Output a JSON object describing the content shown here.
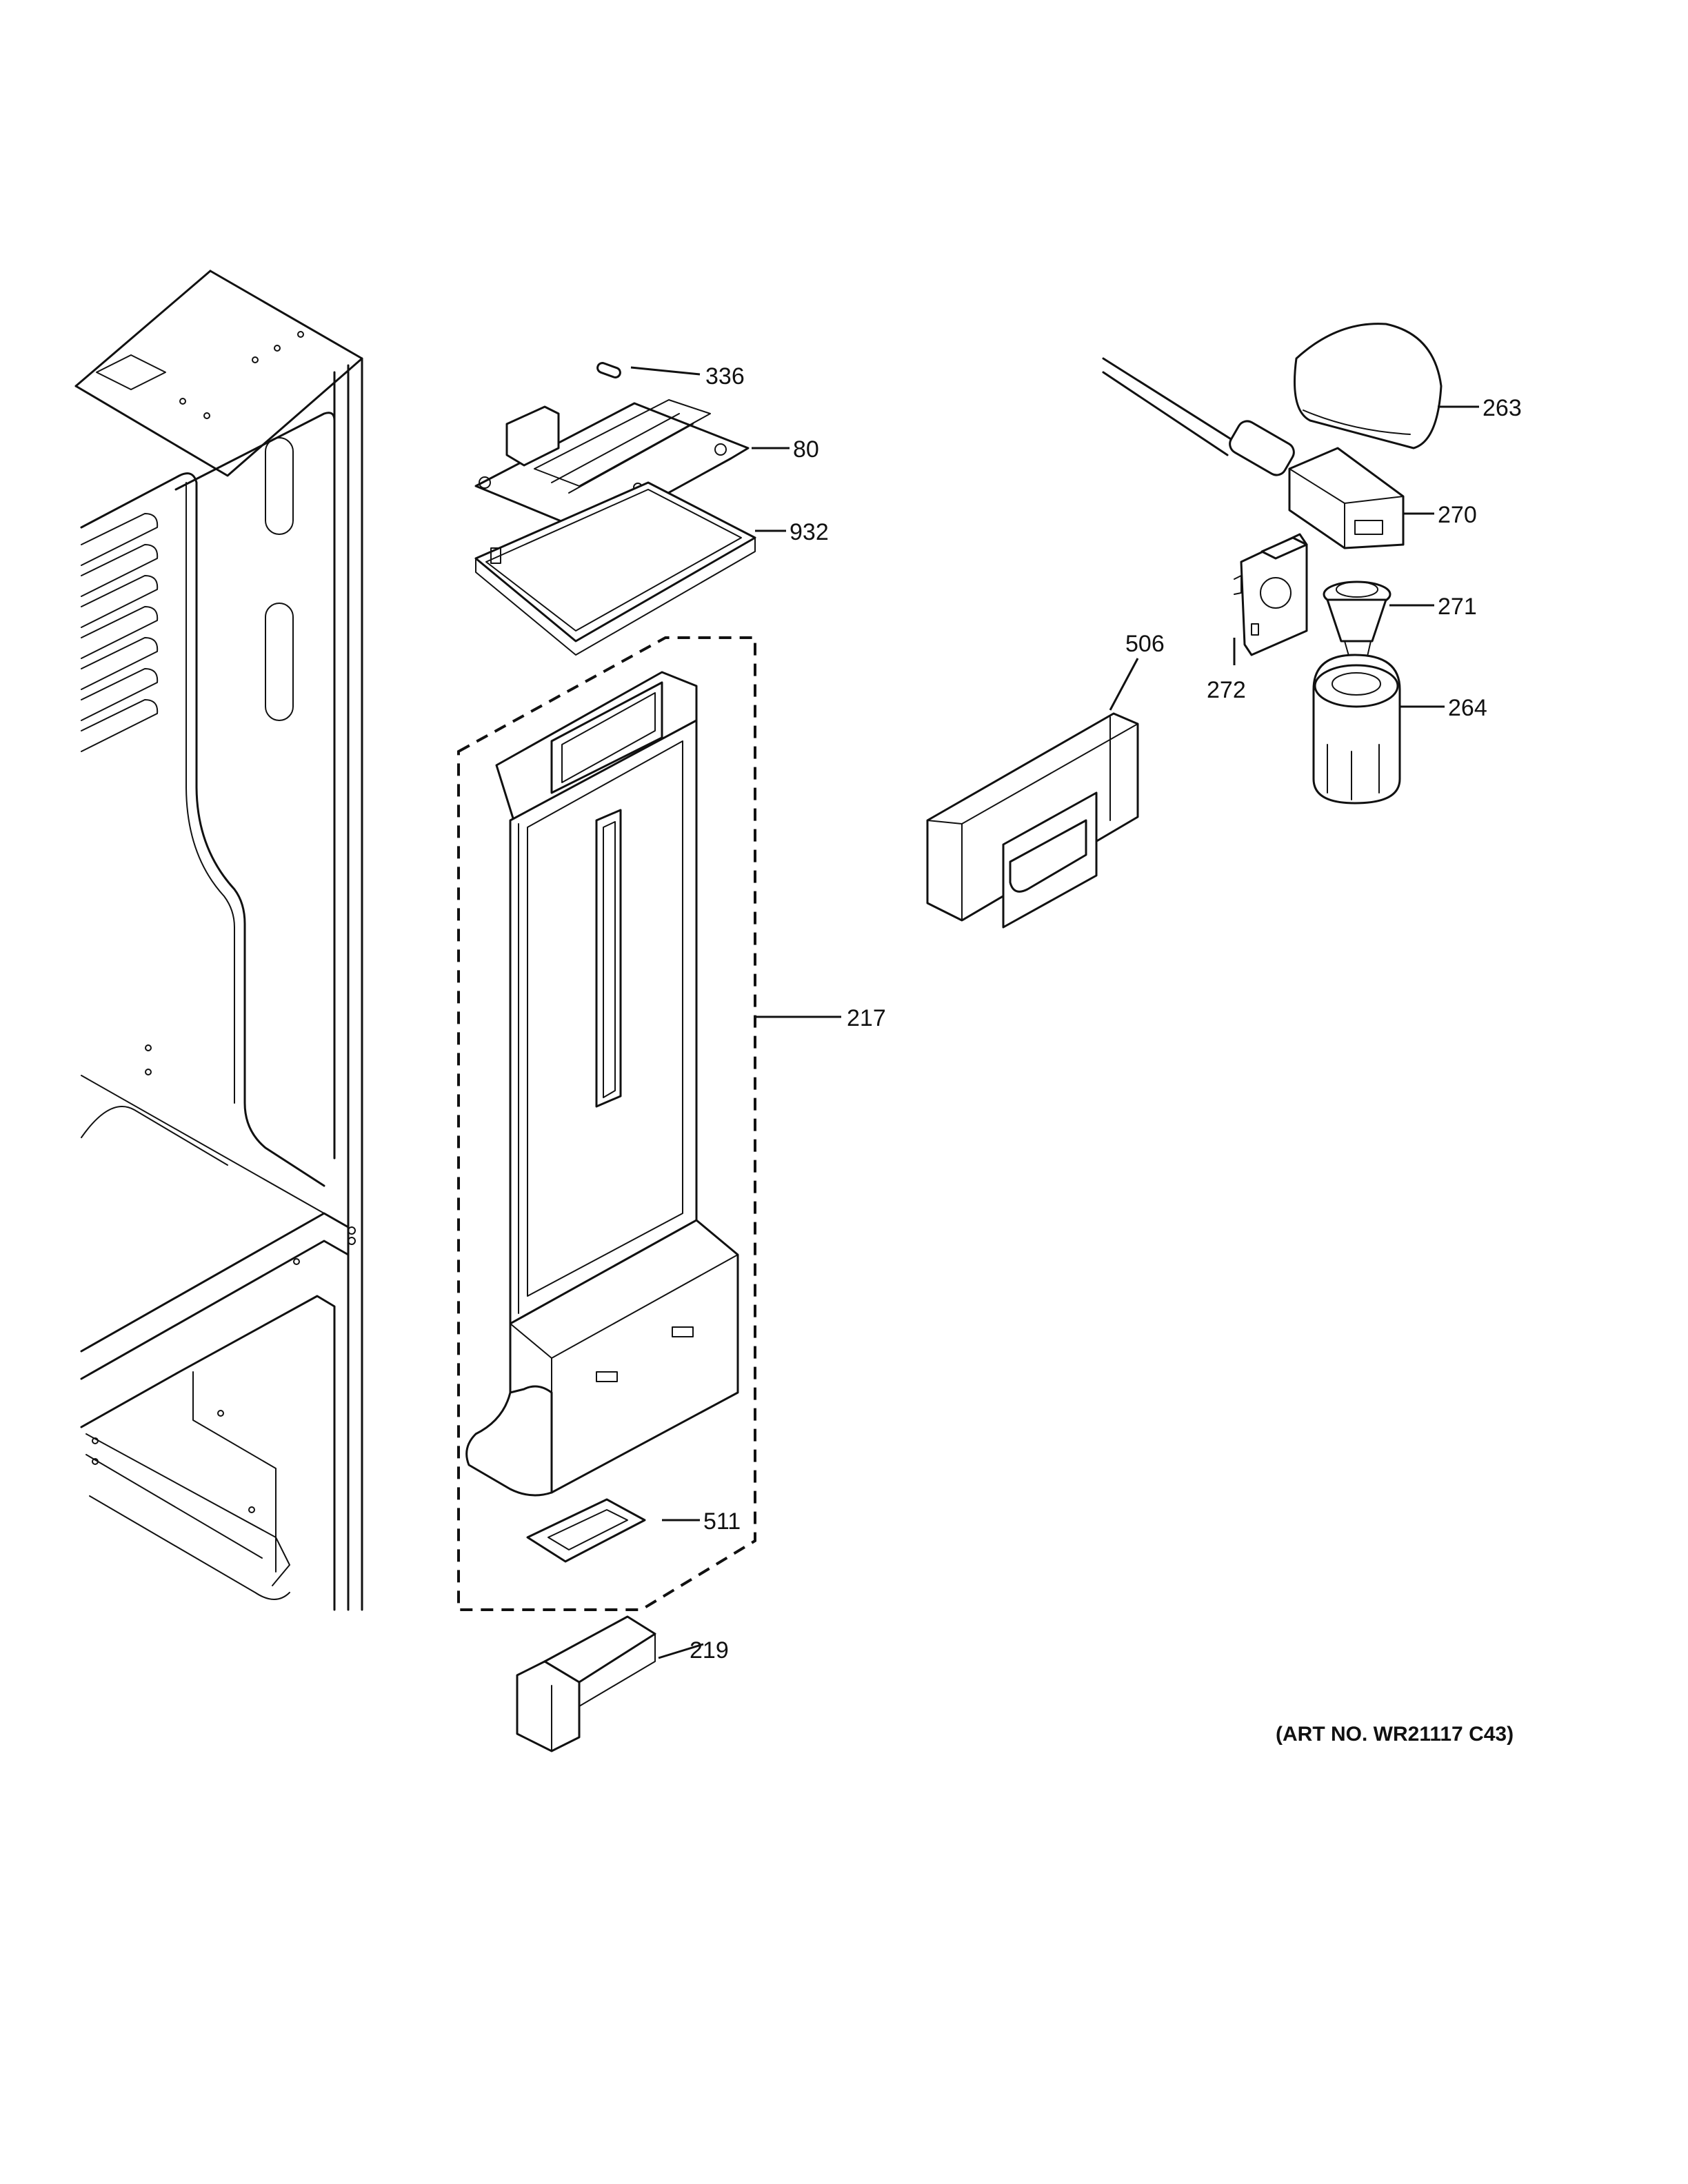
{
  "callouts": [
    {
      "id": "c336",
      "label": "336"
    },
    {
      "id": "c80",
      "label": "80"
    },
    {
      "id": "c932",
      "label": "932"
    },
    {
      "id": "c217",
      "label": "217"
    },
    {
      "id": "c511",
      "label": "511"
    },
    {
      "id": "c219",
      "label": "219"
    },
    {
      "id": "c506",
      "label": "506"
    },
    {
      "id": "c263",
      "label": "263"
    },
    {
      "id": "c270",
      "label": "270"
    },
    {
      "id": "c271",
      "label": "271"
    },
    {
      "id": "c272",
      "label": "272"
    },
    {
      "id": "c264",
      "label": "264"
    }
  ],
  "art_number": "(ART NO. WR21117 C43)"
}
